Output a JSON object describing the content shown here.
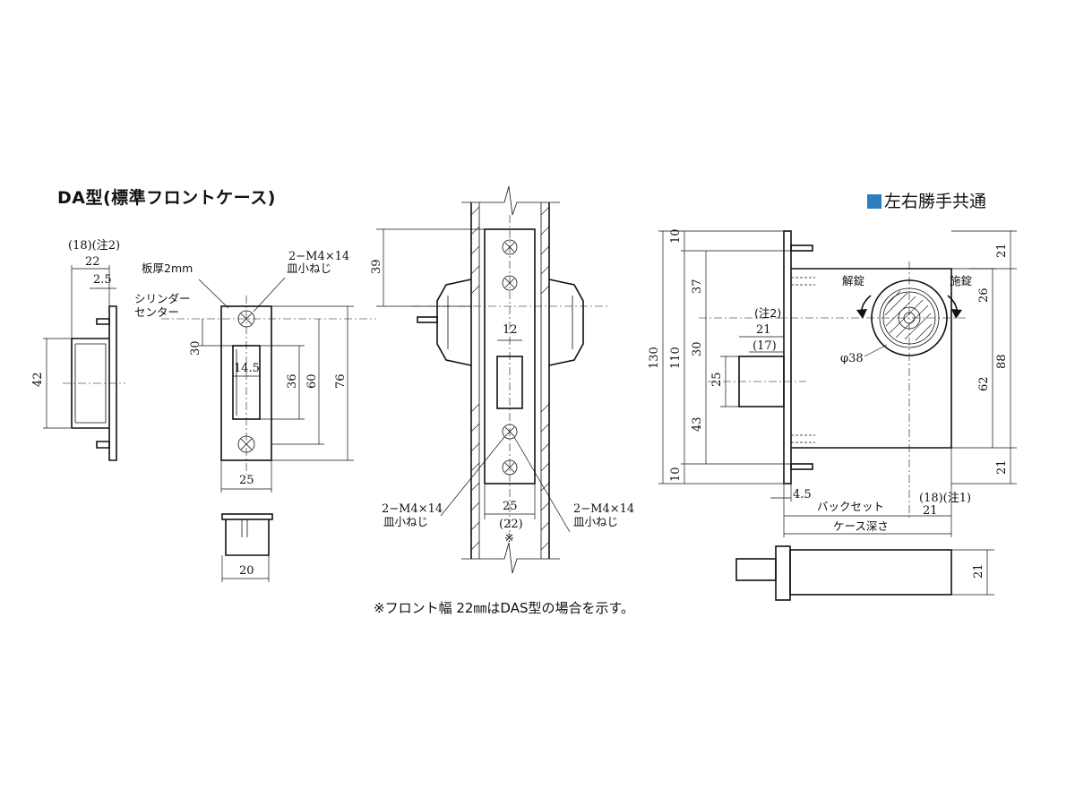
{
  "title": "DA型(標準フロントケース)",
  "legend": {
    "label": "左右勝手共通",
    "color": "#2e7cc0"
  },
  "footnote": "※フロント幅 22㎜はDAS型の場合を示す。",
  "strike_view": {
    "dim_18": "(18)(注2)",
    "dim_22": "22",
    "dim_2_5": "2.5",
    "dim_42": "42"
  },
  "strike_front": {
    "plate_thickness": "板厚2mm",
    "screw_note_1": "2−M4×14",
    "screw_note_2": "皿小ねじ",
    "cylinder_center_1": "シリンダー",
    "cylinder_center_2": "センター",
    "dim_30": "30",
    "dim_14_5": "14.5",
    "dim_36": "36",
    "dim_60": "60",
    "dim_76": "76",
    "dim_25": "25",
    "dim_20": "20"
  },
  "door_section": {
    "dim_39": "39",
    "dim_12": "12",
    "dim_25": "25",
    "dim_22p": "(22)",
    "mark": "※",
    "screw_left_1": "2−M4×14",
    "screw_left_2": "皿小ねじ",
    "screw_right_1": "2−M4×14",
    "screw_right_2": "皿小ねじ"
  },
  "case_view": {
    "dim_10_top": "10",
    "dim_37": "37",
    "dim_130": "130",
    "dim_110": "110",
    "dim_30": "30",
    "dim_25": "25",
    "dim_43": "43",
    "dim_10_bot": "10",
    "note2": "(注2)",
    "dim_21": "21",
    "dim_17": "(17)",
    "unlock": "解錠",
    "lock": "施錠",
    "phi38": "φ38",
    "dim_21_tr": "21",
    "dim_26": "26",
    "dim_88": "88",
    "dim_62": "62",
    "dim_21_br": "21",
    "dim_4_5": "4.5",
    "backset": "バックセット",
    "dim_18_note1": "(18)(注1)",
    "dim_21_bs": "21",
    "case_depth": "ケース深さ",
    "dim_21_bolt": "21"
  }
}
